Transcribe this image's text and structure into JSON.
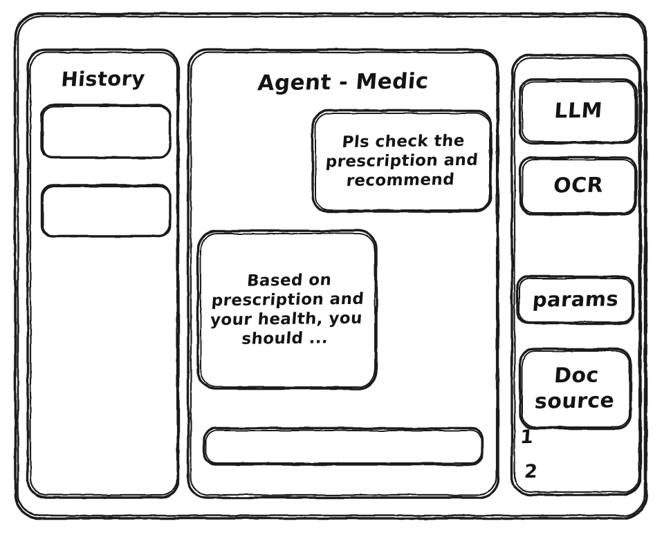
{
  "window": {
    "frame_label": "app-window"
  },
  "sidebar": {
    "title": "History",
    "items": [
      {
        "label": ""
      },
      {
        "label": ""
      }
    ]
  },
  "main": {
    "title": "Agent - Medic",
    "messages": [
      {
        "role": "user",
        "text": "Pls check the prescription and recommend"
      },
      {
        "role": "agent",
        "text": "Based on prescription and your health, you should ..."
      }
    ],
    "input": {
      "value": "",
      "placeholder": ""
    }
  },
  "tools": {
    "items": [
      {
        "label": "LLM"
      },
      {
        "label": "OCR"
      },
      {
        "label": "params"
      },
      {
        "label": "Doc source"
      }
    ],
    "doc_sources": [
      {
        "label": "1"
      },
      {
        "label": "2"
      }
    ]
  },
  "colors": {
    "stroke": "#1a1a1a",
    "background": "#ffffff"
  }
}
